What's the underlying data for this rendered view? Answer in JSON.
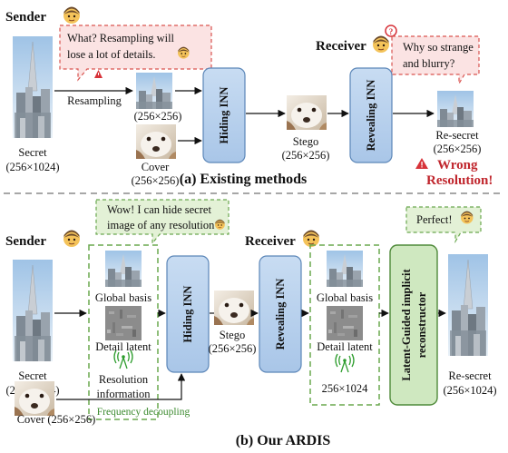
{
  "colors": {
    "inn_fill": "#b9d3ee",
    "inn_stroke": "#5b86b8",
    "speech_red_fill": "#fbe3e3",
    "speech_red_stroke": "#d9534f",
    "speech_green_fill": "#e3f1d6",
    "speech_green_stroke": "#6aa84f",
    "dashed_green": "#6aa84f",
    "reconstructor_fill": "#cfe8c0",
    "warning_red": "#c0262d",
    "divider": "#8a8a8a"
  },
  "top": {
    "sender_label": "Sender",
    "speech_line1": "What? Resampling will",
    "speech_line2": "lose a lot of details.",
    "resampling_label": "Resampling",
    "secret_label": "Secret",
    "secret_size": "(256×1024)",
    "small_size": "(256×256)",
    "cover_label": "Cover",
    "cover_size": "(256×256)",
    "hiding_inn": "Hiding INN",
    "stego_label": "Stego",
    "stego_size": "(256×256)",
    "receiver_label": "Receiver",
    "receiver_speech_line1": "Why so strange",
    "receiver_speech_line2": "and blurry?",
    "revealing_inn": "Revealing INN",
    "resecret_label": "Re-secret",
    "resecret_size": "(256×256)",
    "wrong_line1": "Wrong",
    "wrong_line2": "Resolution!",
    "caption": "(a) Existing methods"
  },
  "bottom": {
    "sender_label": "Sender",
    "speech_line1": "Wow! I can hide secret",
    "speech_line2": "image of any resolution",
    "global_basis": "Global basis",
    "detail_latent": "Detail latent",
    "resolution_line1": "Resolution",
    "resolution_line2": "information",
    "frequency_decoupling": "Frequency decoupling",
    "secret_label": "Secret",
    "secret_size": "(256×1024)",
    "cover_label": "Cover (256×256)",
    "hiding_inn": "Hiding INN",
    "stego_label": "Stego",
    "stego_size": "(256×256)",
    "receiver_label": "Receiver",
    "revealing_inn": "Revealing INN",
    "global_basis_r": "Global basis",
    "detail_latent_r": "Detail latent",
    "res_size": "256×1024",
    "reconstructor_line1": "Latent-Guided implicit",
    "reconstructor_line2": "reconstructor",
    "perfect_label": "Perfect!",
    "resecret_label": "Re-secret",
    "resecret_size": "(256×1024)",
    "caption": "(b) Our ARDIS"
  }
}
